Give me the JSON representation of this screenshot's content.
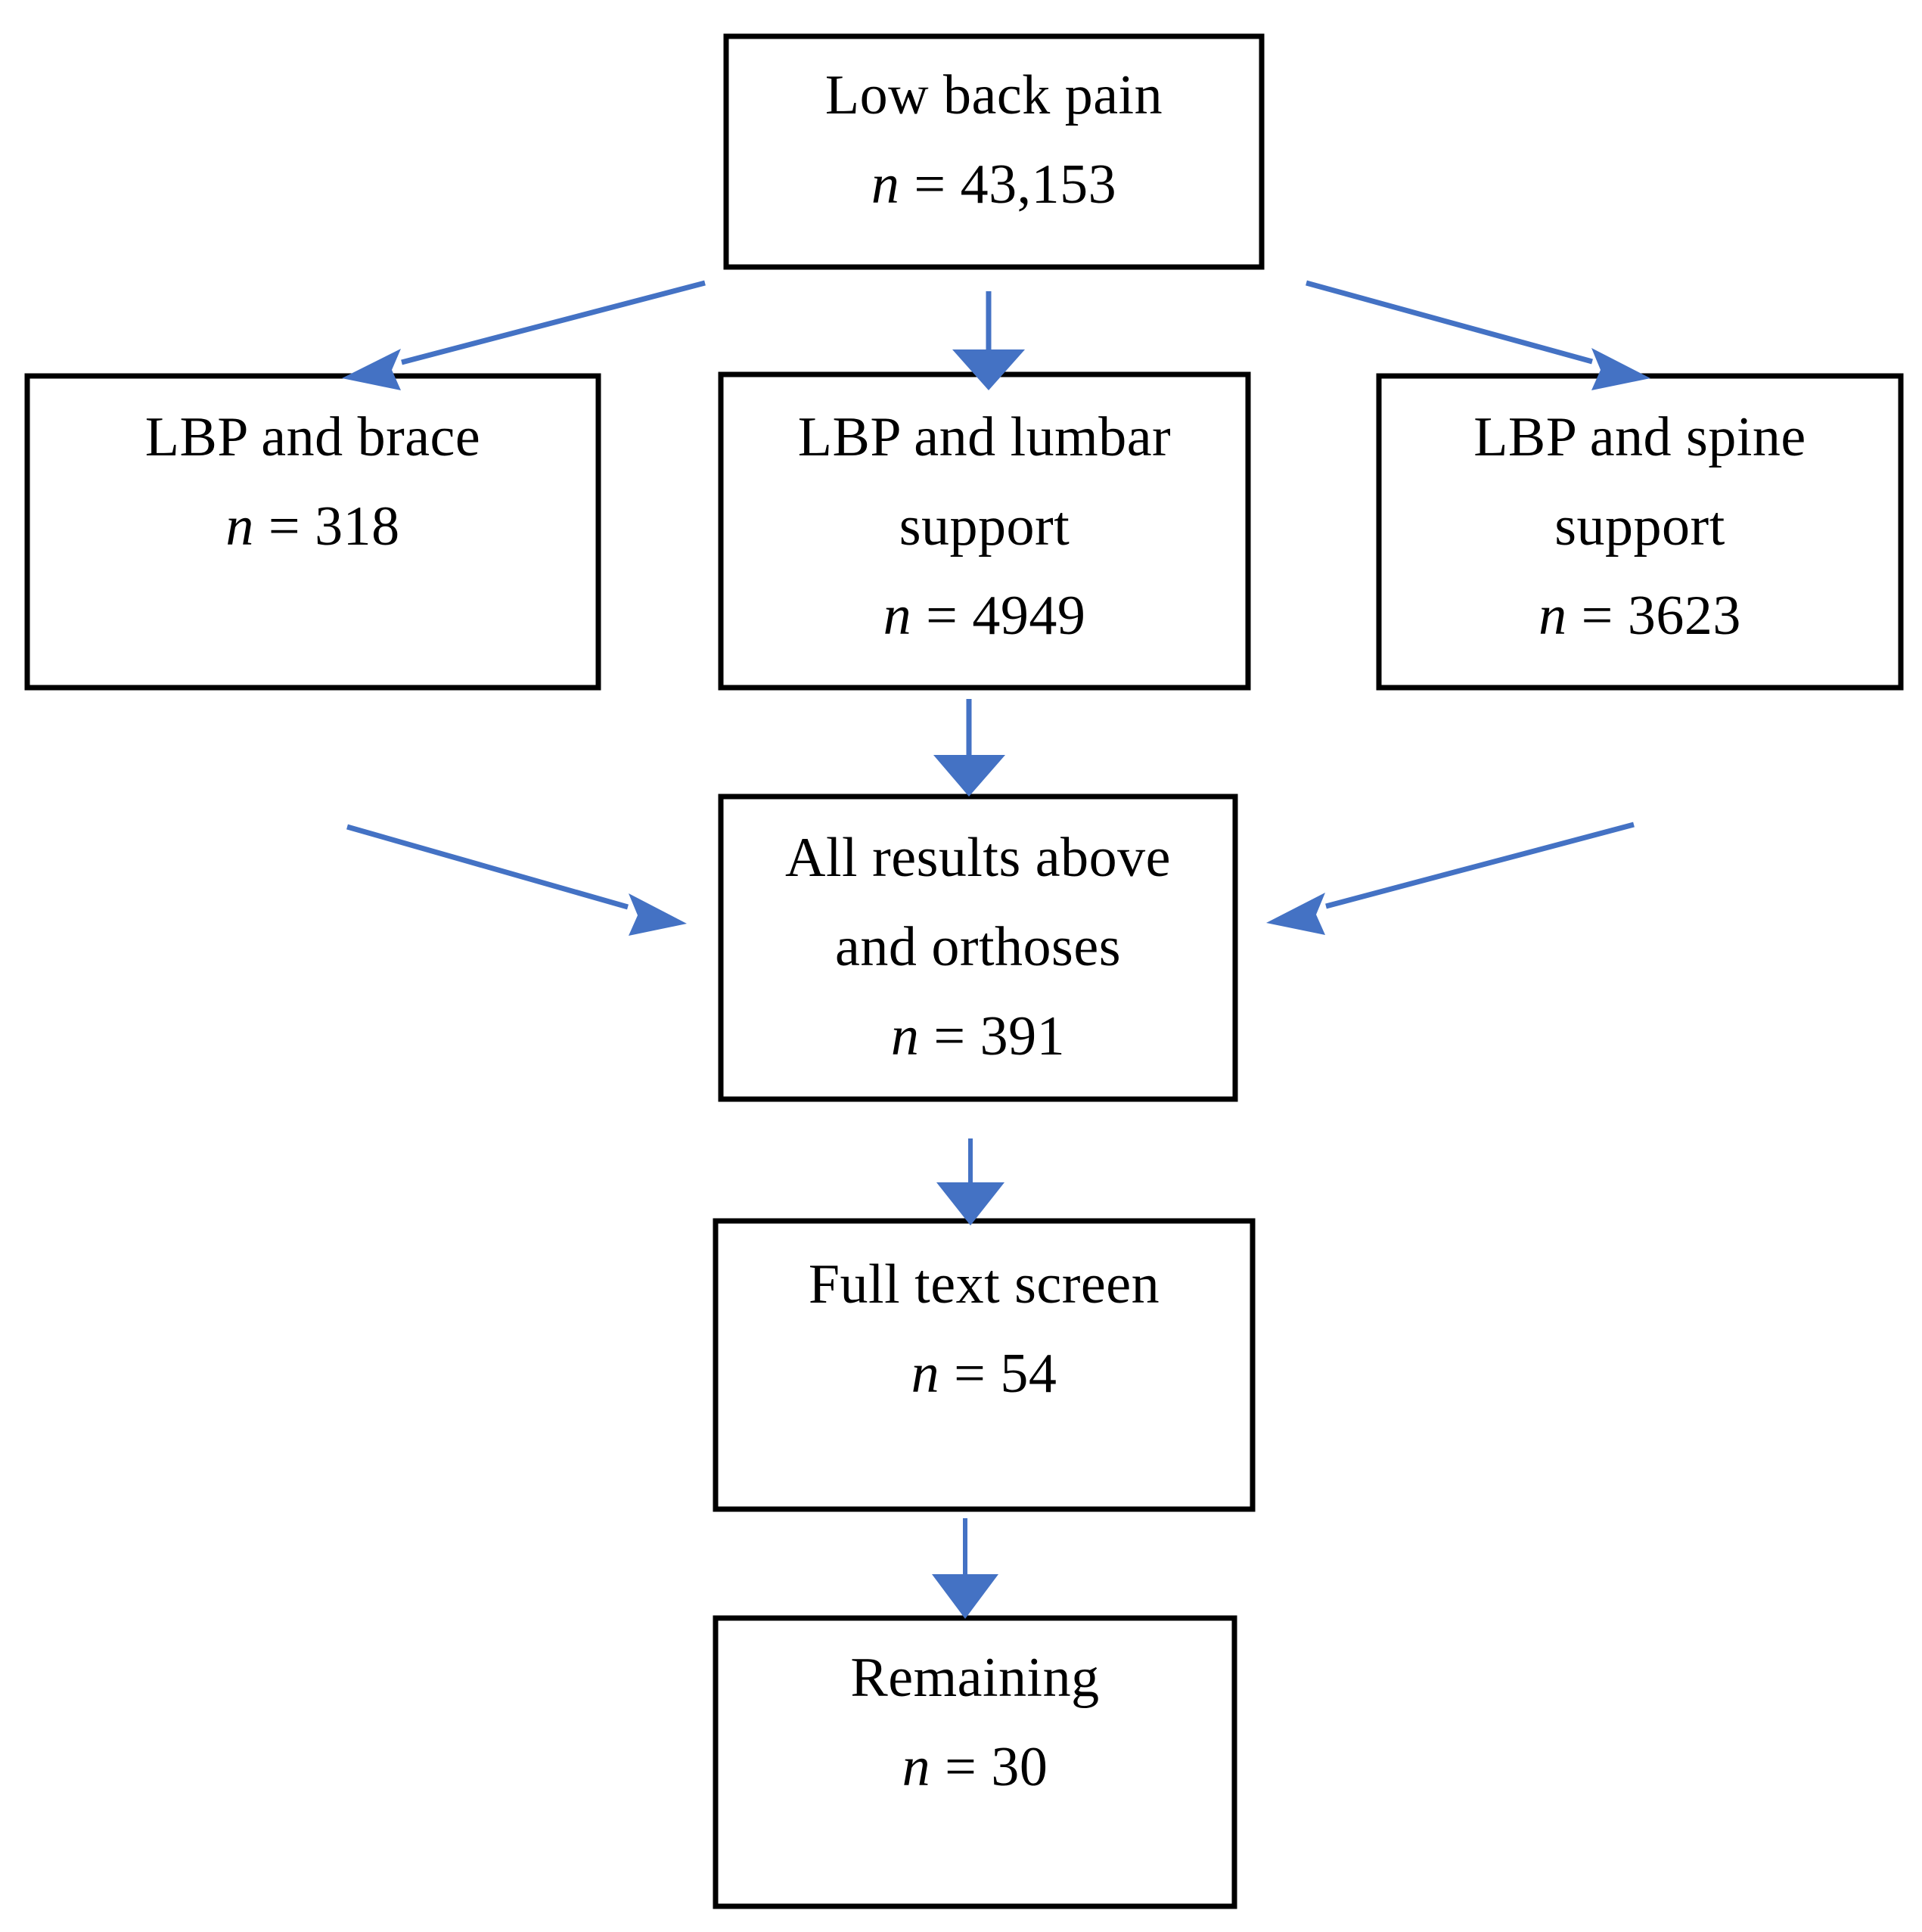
{
  "diagram": {
    "title": "Literature search flow diagram",
    "accent_color": "#4472C4",
    "box_border_color": "#000000",
    "background_color": "#FFFFFF",
    "nodes": [
      {
        "id": "low-back-pain",
        "lines": [
          "Low back pain"
        ],
        "n_symbol": "n",
        "n_equals": " = ",
        "n_value": "43,153"
      },
      {
        "id": "lbp-and-brace",
        "lines": [
          "LBP and brace"
        ],
        "n_symbol": "n",
        "n_equals": " = ",
        "n_value": "318"
      },
      {
        "id": "lbp-and-lumbar-support",
        "lines": [
          "LBP and lumbar",
          "support"
        ],
        "n_symbol": "n",
        "n_equals": " = ",
        "n_value": "4949"
      },
      {
        "id": "lbp-and-spine-support",
        "lines": [
          "LBP and spine",
          "support"
        ],
        "n_symbol": "n",
        "n_equals": " = ",
        "n_value": "3623"
      },
      {
        "id": "all-results-above-and-orthoses",
        "lines": [
          "All results above",
          "and orthoses"
        ],
        "n_symbol": "n",
        "n_equals": " = ",
        "n_value": "391"
      },
      {
        "id": "full-text-screen",
        "lines": [
          "Full text screen"
        ],
        "n_symbol": "n",
        "n_equals": " = ",
        "n_value": "54"
      },
      {
        "id": "remaining",
        "lines": [
          "Remaining"
        ],
        "n_symbol": "n",
        "n_equals": " = ",
        "n_value": "30"
      }
    ],
    "edges": [
      {
        "id": "edge-lbp-to-brace",
        "from": "low-back-pain",
        "to": "lbp-and-brace",
        "direction": "down-left"
      },
      {
        "id": "edge-lbp-to-lumbar",
        "from": "low-back-pain",
        "to": "lbp-and-lumbar-support",
        "direction": "down"
      },
      {
        "id": "edge-lbp-to-spine",
        "from": "low-back-pain",
        "to": "lbp-and-spine-support",
        "direction": "down-right"
      },
      {
        "id": "edge-brace-to-all-results",
        "from": "lbp-and-brace",
        "to": "all-results-above-and-orthoses",
        "direction": "down-right"
      },
      {
        "id": "edge-lumbar-to-all-results",
        "from": "lbp-and-lumbar-support",
        "to": "all-results-above-and-orthoses",
        "direction": "down"
      },
      {
        "id": "edge-spine-to-all-results",
        "from": "lbp-and-spine-support",
        "to": "all-results-above-and-orthoses",
        "direction": "down-left"
      },
      {
        "id": "edge-all-results-to-full-text",
        "from": "all-results-above-and-orthoses",
        "to": "full-text-screen",
        "direction": "down"
      },
      {
        "id": "edge-full-text-to-remaining",
        "from": "full-text-screen",
        "to": "remaining",
        "direction": "down"
      }
    ]
  }
}
